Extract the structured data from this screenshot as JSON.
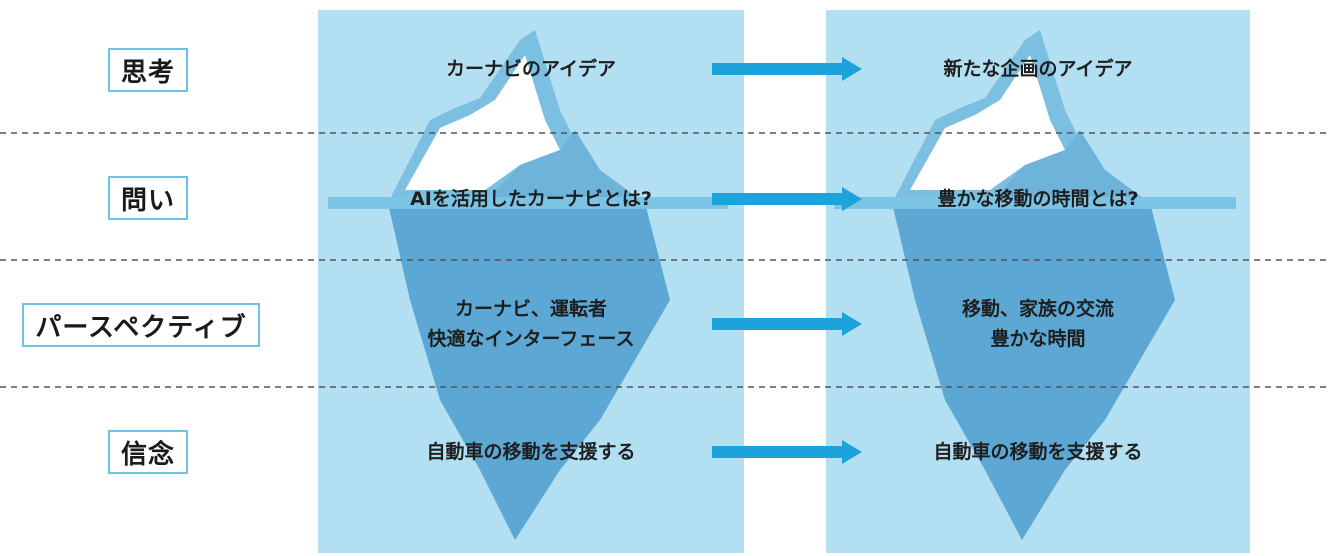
{
  "levels": [
    {
      "label": "思考",
      "left": [
        "カーナビのアイデア"
      ],
      "right": [
        "新たな企画のアイデア"
      ]
    },
    {
      "label": "問い",
      "left": [
        "AIを活用したカーナビとは?"
      ],
      "right": [
        "豊かな移動の時間とは?"
      ]
    },
    {
      "label": "パースペクティブ",
      "left": [
        "カーナビ、運転者",
        "快適なインターフェース"
      ],
      "right": [
        "移動、家族の交流",
        "豊かな時間"
      ]
    },
    {
      "label": "信念",
      "left": [
        "自動車の移動を支援する"
      ],
      "right": [
        "自動車の移動を支援する"
      ]
    }
  ],
  "colors": {
    "panel": "#b3dff3",
    "waterline": "#7cc4e6",
    "berg_outline": "#7cc4e6",
    "berg_top_white": "#ffffff",
    "berg_mid": "#7bbfe1",
    "berg_deep": "#5ca7d3",
    "arrow": "#1ea2dc",
    "label_border": "#6ec2e6",
    "divider": "#555555"
  }
}
